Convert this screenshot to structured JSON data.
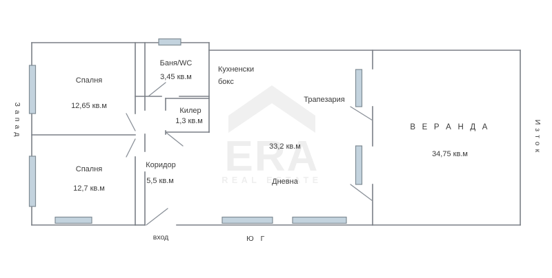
{
  "plan": {
    "title": "Floor plan",
    "units": "кв.м",
    "colors": {
      "wall": "#7a7f85",
      "wall_thin": "#9aa0a6",
      "window_fill": "#c3d3de",
      "window_stroke": "#7f8b94",
      "door_swing": "#8a9098",
      "text": "#3a3a3a",
      "watermark": "#f0f0f0",
      "background": "#ffffff"
    },
    "rooms": [
      {
        "key": "bedroom_top",
        "name": "Спалня",
        "area": "12,65 кв.м"
      },
      {
        "key": "bedroom_bottom",
        "name": "Спалня",
        "area": "12,7 кв.м"
      },
      {
        "key": "bathroom",
        "name": "Баня/WC",
        "area": "3,45 кв.м"
      },
      {
        "key": "pantry",
        "name": "Килер",
        "area": "1,3 кв.м"
      },
      {
        "key": "corridor",
        "name": "Коридор",
        "area": "5,5 кв.м"
      },
      {
        "key": "kitchen_box",
        "name_line1": "Кухненски",
        "name_line2": "бокс",
        "area": ""
      },
      {
        "key": "dining",
        "name": "Трапезария",
        "area": ""
      },
      {
        "key": "living",
        "name": "Дневна",
        "area": "33,2 кв.м"
      },
      {
        "key": "veranda",
        "name": "В Е Р А Н Д А",
        "area": "34,75 кв.м"
      }
    ],
    "compass": {
      "west": "Запад",
      "east": "Изток",
      "south": "Ю Г"
    },
    "entrance_label": "вход",
    "watermark": {
      "brand": "ERA",
      "tagline": "REAL ESTATE"
    }
  }
}
